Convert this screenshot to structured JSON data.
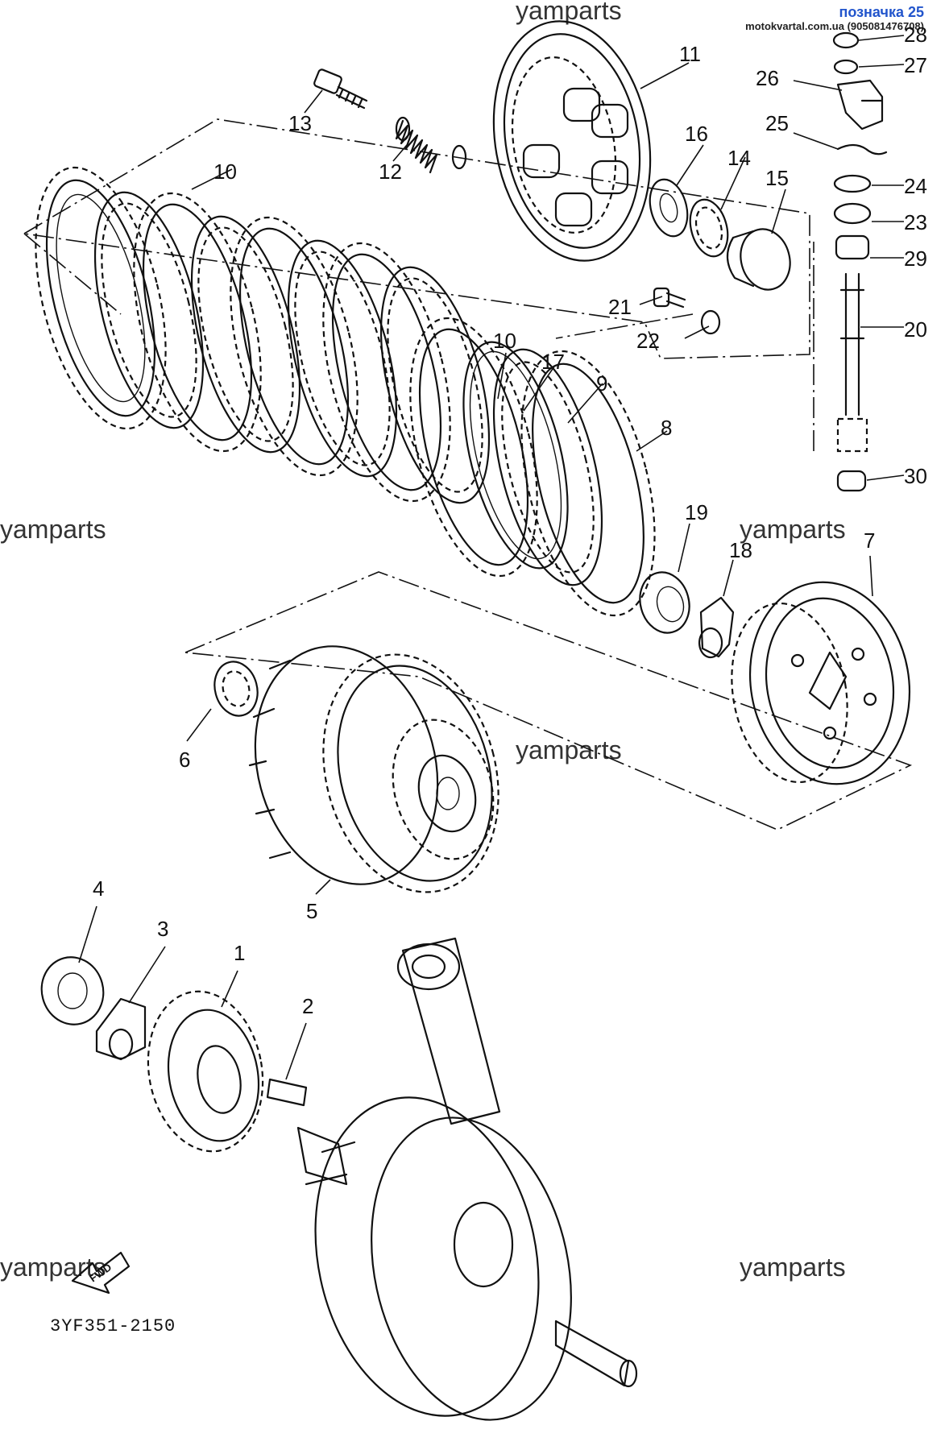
{
  "header": {
    "badge": "позначка 25",
    "site": "motokvartal.com.ua (905081476708)"
  },
  "reference": "3YF351-2150",
  "fwd": "FWD",
  "watermark": "yamparts",
  "callouts": {
    "1": "1",
    "2": "2",
    "3": "3",
    "4": "4",
    "5": "5",
    "6": "6",
    "7": "7",
    "8": "8",
    "9": "9",
    "10a": "10",
    "10b": "10",
    "11": "11",
    "12": "12",
    "13": "13",
    "14": "14",
    "15": "15",
    "16": "16",
    "17": "17",
    "18": "18",
    "19": "19",
    "20": "20",
    "21": "21",
    "22": "22",
    "23": "23",
    "24": "24",
    "25": "25",
    "26": "26",
    "27": "27",
    "28": "28",
    "29": "29",
    "30": "30"
  }
}
